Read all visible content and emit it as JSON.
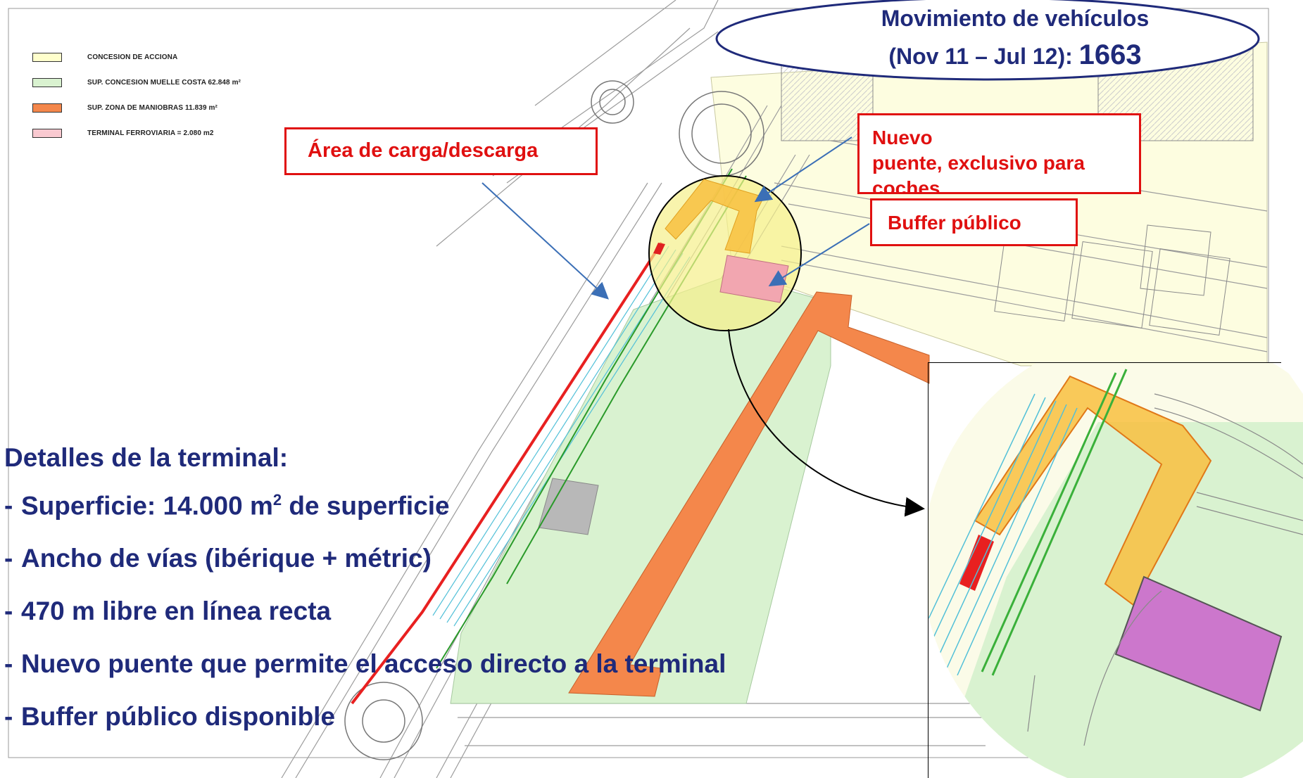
{
  "legend": [
    {
      "label": "CONCESION DE ACCIONA",
      "color": "#ffffcc"
    },
    {
      "label": "SUP. CONCESION MUELLE COSTA 62.848 m²",
      "color": "#d9f2d0"
    },
    {
      "label": "SUP. ZONA DE MANIOBRAS    11.839 m²",
      "color": "#f4874b"
    },
    {
      "label": "TERMINAL FERROVIARIA = 2.080 m2",
      "color": "#f9c9d0"
    }
  ],
  "stats": {
    "line1": "Movimiento de vehículos",
    "line2_prefix": "(Nov 11 – Jul 12): ",
    "count": "1663"
  },
  "callouts": {
    "carga": "Área de carga/descarga",
    "puente_line1": "Nuevo",
    "puente_line2": "puente, exclusivo para",
    "puente_line3": "coches",
    "buffer": "Buffer público"
  },
  "details": {
    "title": "Detalles de la terminal:",
    "superficie_prefix": "Superficie: 14.000 m",
    "superficie_sup": "2",
    "superficie_suffix": " de superficie",
    "items": [
      "Ancho de vías (ibérique + métric)",
      "470 m libre en línea recta",
      "Nuevo puente que permite el acceso directo a la terminal",
      "Buffer público disponible"
    ]
  },
  "colors": {
    "callout_red": "#e01010",
    "text_navy": "#1f2a7a",
    "concession_green": "#d9f2d0",
    "maneuver_orange": "#f4874b",
    "rail_terminal_pink": "#f2a6b0",
    "highlight_yellow": "#f5f08a",
    "magenta_zone": "#cc77cc"
  }
}
